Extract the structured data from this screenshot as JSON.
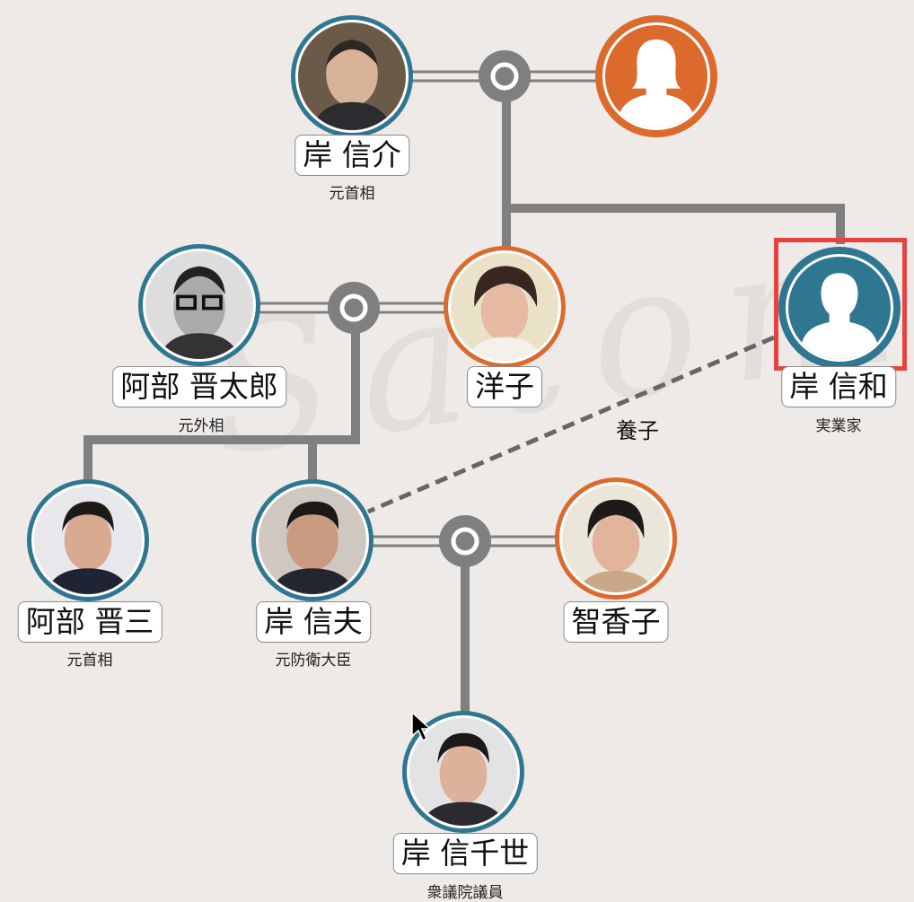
{
  "watermark": "Satomi",
  "colors": {
    "male": "#2f7790",
    "female": "#dd6a2d",
    "line": "#808080",
    "highlight": "#e8413f"
  },
  "people": {
    "nobusuke": {
      "name": "岸 信介",
      "title": "元首相",
      "photo": "photo"
    },
    "wife": {
      "name": "",
      "title": "",
      "photo": "female-silhouette-icon"
    },
    "shintaro": {
      "name": "阿部 晋太郎",
      "title": "元外相",
      "photo": "photo"
    },
    "yoko": {
      "name": "洋子",
      "title": "",
      "photo": "photo"
    },
    "nobukazu": {
      "name": "岸 信和",
      "title": "実業家",
      "photo": "male-silhouette-icon"
    },
    "shinzo": {
      "name": "阿部 晋三",
      "title": "元首相",
      "photo": "photo"
    },
    "nobuo": {
      "name": "岸 信夫",
      "title": "元防衛大臣",
      "photo": "photo"
    },
    "chikako": {
      "name": "智香子",
      "title": "",
      "photo": "photo"
    },
    "nobuchiyo": {
      "name": "岸 信千世",
      "title": "衆議院議員",
      "photo": "photo"
    }
  },
  "relations": {
    "adoption_label": "養子"
  }
}
